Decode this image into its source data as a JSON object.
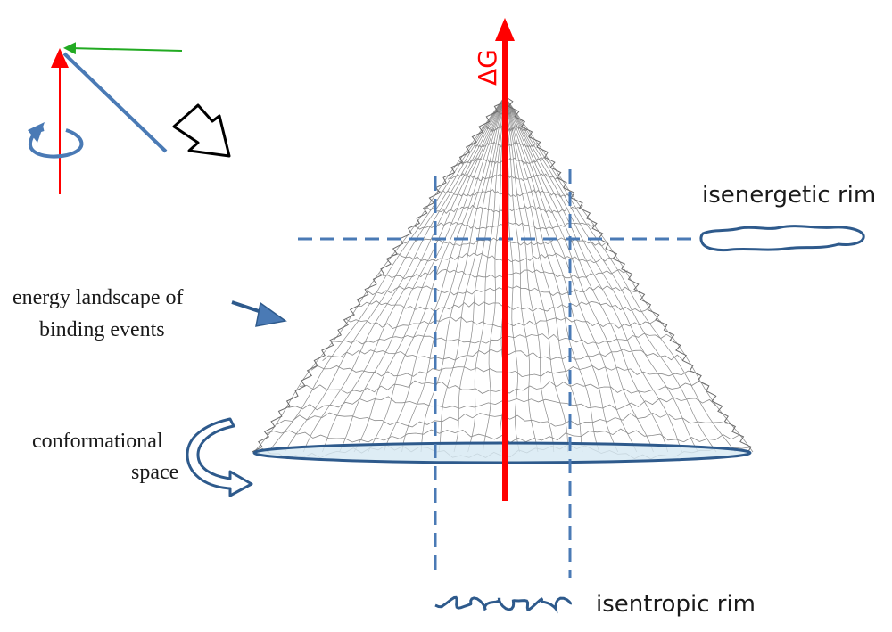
{
  "axis": {
    "label": "ΔG",
    "color": "#ff0000"
  },
  "labels": {
    "isenergetic": "isenergetic rim",
    "isentropic": "isentropic rim",
    "landscape_line1": "energy landscape of",
    "landscape_line2": "binding events",
    "conformational_line1": "conformational",
    "conformational_line2": "space"
  },
  "colors": {
    "accent_blue": "#4a7ab5",
    "rim_blue": "#2e5a8c",
    "base_fill": "#d6e8f2",
    "mesh": "#8a8a8a",
    "axis_red": "#ff0000",
    "green": "#22aa22"
  },
  "icons": [
    "rotation-arrow-icon",
    "direction-arrow-icon",
    "curved-arrow-icon",
    "pointer-arrow-icon"
  ]
}
